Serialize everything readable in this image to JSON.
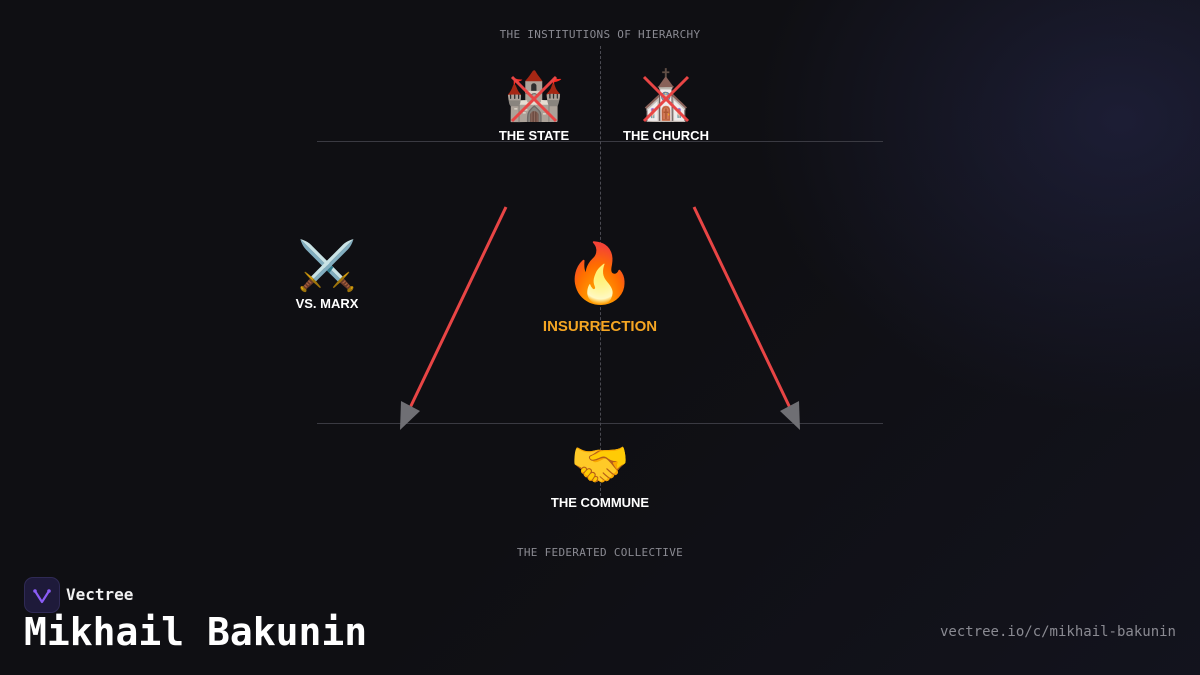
{
  "captions": {
    "top": "THE INSTITUTIONS OF HIERARCHY",
    "bottom": "THE FEDERATED COLLECTIVE"
  },
  "nodes": {
    "state": {
      "icon": "🏰",
      "icon_name": "castle-icon",
      "label": "THE STATE",
      "crossed": true
    },
    "church": {
      "icon": "⛪",
      "icon_name": "church-icon",
      "label": "THE CHURCH",
      "crossed": true
    },
    "marx": {
      "icon": "⚔️",
      "icon_name": "crossed-swords-icon",
      "label": "VS. MARX"
    },
    "insurrection": {
      "icon": "🔥",
      "icon_name": "fire-icon",
      "label": "INSURRECTION"
    },
    "commune": {
      "icon": "🤝",
      "icon_name": "handshake-icon",
      "label": "THE COMMUNE"
    }
  },
  "colors": {
    "background": "#0f0f13",
    "arrow": "#e84545",
    "arrowhead": "#6f6f74",
    "cross": "#e84545",
    "insurrection_label": "#f5a623",
    "caption": "#8a8a92",
    "brand_accent": "#8b5cf6"
  },
  "brand": {
    "name": "Vectree",
    "logo_icon": "vectree-logo-icon"
  },
  "footer": {
    "title": "Mikhail Bakunin",
    "url": "vectree.io/c/mikhail-bakunin"
  }
}
